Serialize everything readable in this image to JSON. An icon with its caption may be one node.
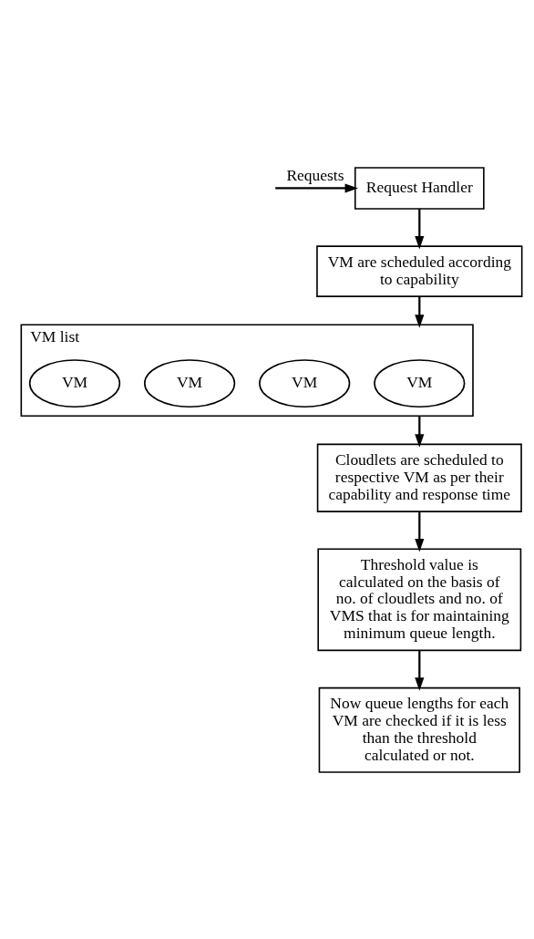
{
  "diagram": {
    "nodes": [
      {
        "text": [
          "Request Handler"
        ]
      },
      {
        "text": [
          "VM are scheduled according to capability"
        ]
      },
      {
        "text": [
          "VM list"
        ]
      },
      {
        "text": [
          "VM"
        ],
        "in": 2
      },
      {
        "text": [
          "VM"
        ],
        "in": 2
      },
      {
        "text": [
          "VM"
        ],
        "in": 2
      },
      {
        "text": [
          "VM"
        ],
        "in": 2
      },
      {
        "text": [
          "Cloudlets are scheduled to respective VM as per their capability and response time"
        ]
      },
      {
        "text": [
          "Threshold value is calculated on the basis of no. of cloudlets and no. of VMS that is for maintaining minimum queue length."
        ]
      },
      {
        "text": [
          "Now queue lengths for each VM are checked if it is less than the threshold calculated or not."
        ]
      }
    ],
    "edges": [
      {
        "from": null,
        "to": 0,
        "arrow": "to",
        "label": "Requests"
      },
      {
        "from": 0,
        "to": 1,
        "arrow": "to"
      },
      {
        "from": 1,
        "to": 2,
        "arrow": "to"
      },
      {
        "from": 2,
        "to": 7,
        "arrow": "to"
      },
      {
        "from": 7,
        "to": 8,
        "arrow": "to"
      },
      {
        "from": 8,
        "to": 9,
        "arrow": "to"
      }
    ]
  }
}
